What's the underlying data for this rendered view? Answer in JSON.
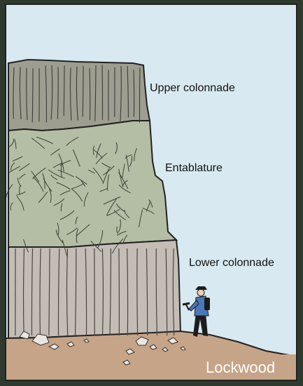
{
  "diagram": {
    "labels": {
      "upper_colonnade": "Upper colonnade",
      "entablature": "Entablature",
      "lower_colonnade": "Lower colonnade"
    },
    "credit": "Lockwood"
  },
  "colors": {
    "sky": "#d8e9f2",
    "upper_colonnade": "#9d9d90",
    "entablature": "#b3bea4",
    "lower_colonnade": "#c3bdb6",
    "ground": "#c6a488",
    "frame": "#222222",
    "figure_jacket": "#4a78b8",
    "figure_dark": "#1c1c1c"
  },
  "figure_icon": "geologist-with-hammer-icon"
}
